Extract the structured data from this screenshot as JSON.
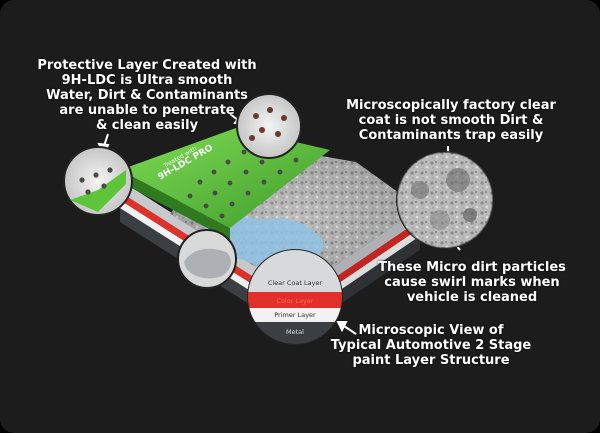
{
  "callouts": {
    "protective": [
      "Protective Layer Created with",
      "9H-LDC is Ultra smooth",
      "Water, Dirt & Contaminants",
      "are unable to penetrate",
      "& clean easily"
    ],
    "factory": [
      "Microscopically factory clear",
      "coat is not smooth Dirt &",
      "Contaminants trap easily"
    ],
    "particles": [
      "These Micro dirt particles",
      "cause swirl marks when",
      "vehicle is cleaned"
    ],
    "structure": [
      "Microscopic View of",
      "Typical Automotive 2 Stage",
      "paint Layer Structure"
    ]
  },
  "treated_label": [
    "Treated with",
    "9H-LDC PRO"
  ],
  "layers": [
    "Clear Coat Layer",
    "Color Layer",
    "Primer Layer",
    "Metal"
  ],
  "colors": {
    "background": "#1c1c1c",
    "protective_layer": "#5ec43a",
    "clear_coat": "#c7c9cc",
    "color_layer": "#e0302a",
    "primer": "#f2f2f2",
    "metal": "#3b3f42",
    "water": "#8fc3e6"
  }
}
